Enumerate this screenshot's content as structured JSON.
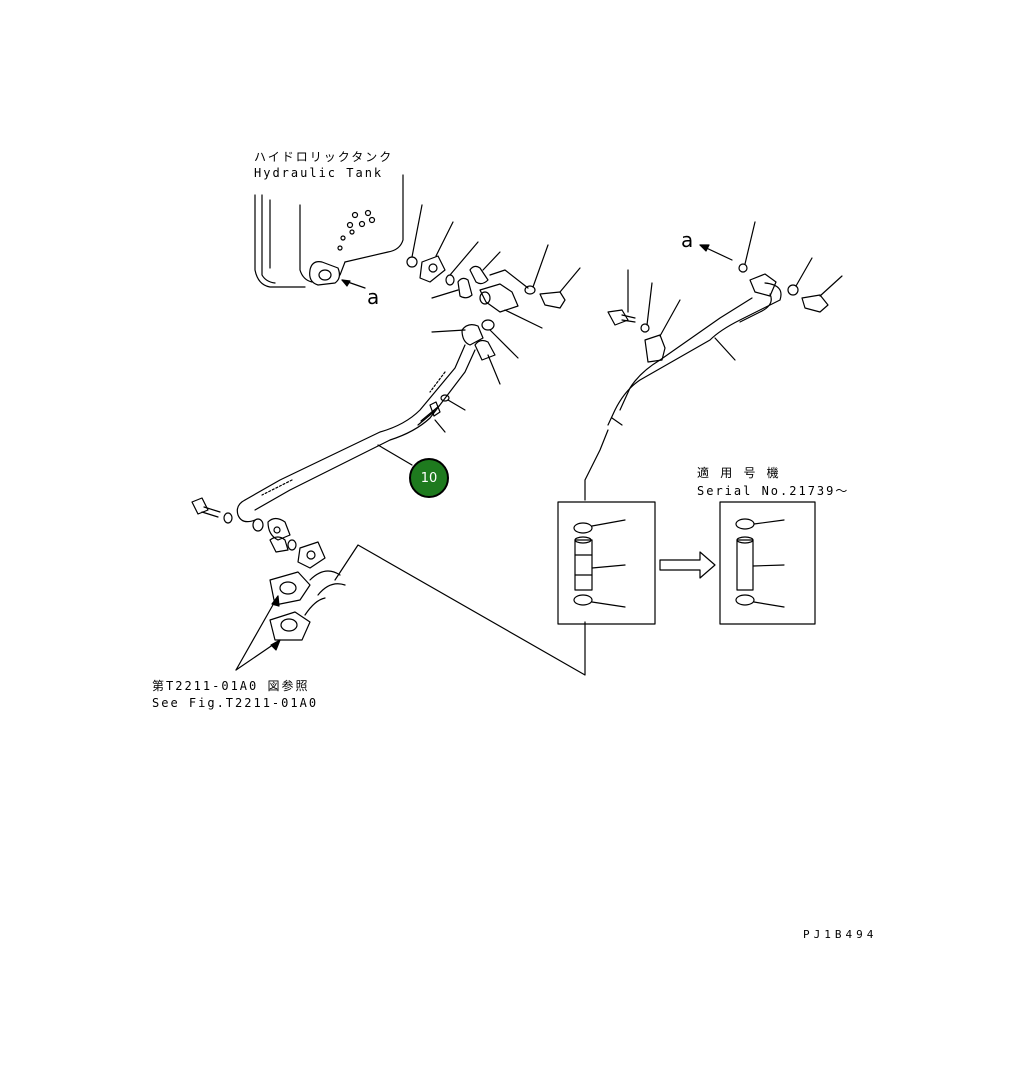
{
  "diagram": {
    "tank_label_jp": "ハイドロリックタンク",
    "tank_label_en": "Hydraulic Tank",
    "serial_label_jp": "適 用 号 機",
    "serial_label_en": "Serial No.21739～",
    "ref_label_jp": "第T2211-01A0 図参照",
    "ref_label_en": "See Fig.T2211-01A0",
    "drawing_code": "PJ1B494",
    "connection_mark_1": "a",
    "connection_mark_2": "a",
    "callout_number": "10",
    "callout_color": "#1e7a1e"
  }
}
